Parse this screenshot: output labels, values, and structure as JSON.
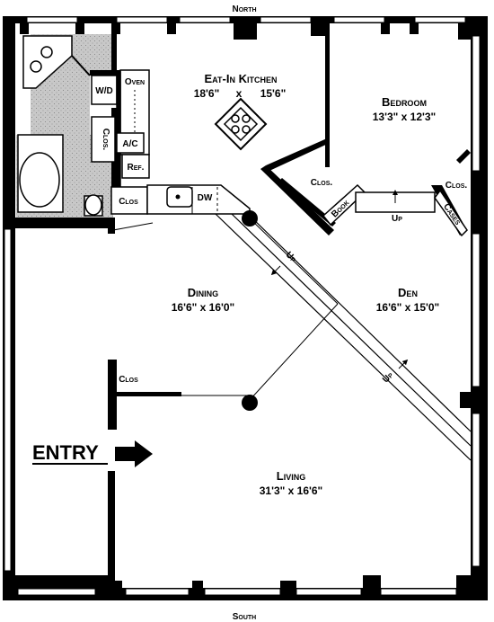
{
  "compass": {
    "north": "North",
    "south": "South"
  },
  "rooms": {
    "kitchen": {
      "name": "Eat-In Kitchen",
      "dim_w": "18'6\"",
      "dim_x": "x",
      "dim_h": "15'6\""
    },
    "bedroom": {
      "name": "Bedroom",
      "dims": "13'3\" x 12'3\""
    },
    "dining": {
      "name": "Dining",
      "dims": "16'6\" x 16'0\""
    },
    "den": {
      "name": "Den",
      "dims": "16'6\" x 15'0\""
    },
    "living": {
      "name": "Living",
      "dims": "31'3\" x 16'6\""
    }
  },
  "fixtures": {
    "wd": "W/D",
    "oven": "Oven",
    "clos_vertical": "Clos.",
    "ac": "A/C",
    "ref": "Ref.",
    "clos_kitchen": "Clos",
    "dw": "DW",
    "clos_bedroom_left": "Clos.",
    "clos_bedroom_right": "Clos.",
    "book": "Book",
    "cases": "Cases",
    "up_bedroom": "Up",
    "up_ramp_top": "Up",
    "up_ramp_bottom": "Up",
    "clos_dining": "Clos"
  },
  "entry": {
    "label": "ENTRY"
  }
}
